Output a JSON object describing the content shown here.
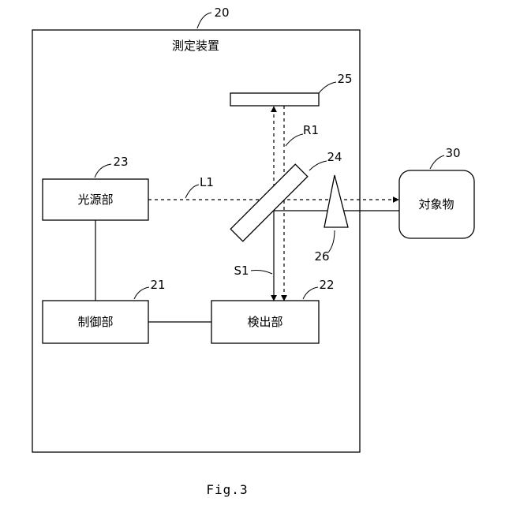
{
  "device": {
    "title": "測定装置",
    "ref": "20"
  },
  "blocks": {
    "light_source": {
      "label": "光源部",
      "ref": "23"
    },
    "control": {
      "label": "制御部",
      "ref": "21"
    },
    "detector": {
      "label": "検出部",
      "ref": "22"
    },
    "target": {
      "label": "対象物",
      "ref": "30"
    }
  },
  "components": {
    "mirror_ref": "25",
    "beam_splitter_ref": "24",
    "wedge_ref": "26"
  },
  "beams": {
    "l1": "L1",
    "r1": "R1",
    "s1": "S1"
  },
  "caption": "Fig.3"
}
